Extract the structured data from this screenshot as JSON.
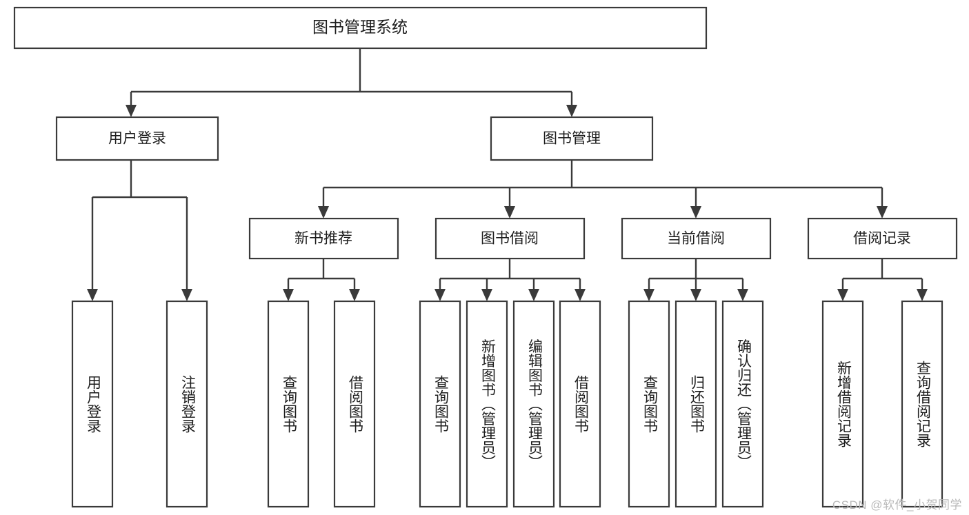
{
  "diagram": {
    "type": "tree-hierarchy",
    "title": "图书管理系统",
    "watermark": "CSDN @软件_小贺同学",
    "colors": {
      "background": "#ffffff",
      "box_stroke": "#3a3a3a",
      "box_fill": "#ffffff",
      "text": "#1d1d1d",
      "connector": "#3a3a3a",
      "watermark": "#b9b9b9"
    },
    "root": {
      "label": "图书管理系统",
      "orientation": "horizontal"
    },
    "level2": [
      {
        "label": "用户登录",
        "orientation": "horizontal"
      },
      {
        "label": "图书管理",
        "orientation": "horizontal"
      }
    ],
    "level3": [
      {
        "label": "新书推荐",
        "orientation": "horizontal"
      },
      {
        "label": "图书借阅",
        "orientation": "horizontal"
      },
      {
        "label": "当前借阅",
        "orientation": "horizontal"
      },
      {
        "label": "借阅记录",
        "orientation": "horizontal"
      }
    ],
    "leaves": {
      "user_login": [
        {
          "label": "用户登录",
          "orientation": "vertical"
        },
        {
          "label": "注销登录",
          "orientation": "vertical"
        }
      ],
      "new_book_recommend": [
        {
          "label": "查询图书",
          "orientation": "vertical"
        },
        {
          "label": "借阅图书",
          "orientation": "vertical"
        }
      ],
      "book_borrow": [
        {
          "label": "查询图书",
          "orientation": "vertical"
        },
        {
          "label": "新增图书（管理员）",
          "orientation": "vertical"
        },
        {
          "label": "编辑图书（管理员）",
          "orientation": "vertical"
        },
        {
          "label": "借阅图书",
          "orientation": "vertical"
        }
      ],
      "current_borrow": [
        {
          "label": "查询图书",
          "orientation": "vertical"
        },
        {
          "label": "归还图书",
          "orientation": "vertical"
        },
        {
          "label": "确认归还（管理员）",
          "orientation": "vertical"
        }
      ],
      "borrow_record": [
        {
          "label": "新增借阅记录",
          "orientation": "vertical"
        },
        {
          "label": "查询借阅记录",
          "orientation": "vertical"
        }
      ]
    }
  }
}
